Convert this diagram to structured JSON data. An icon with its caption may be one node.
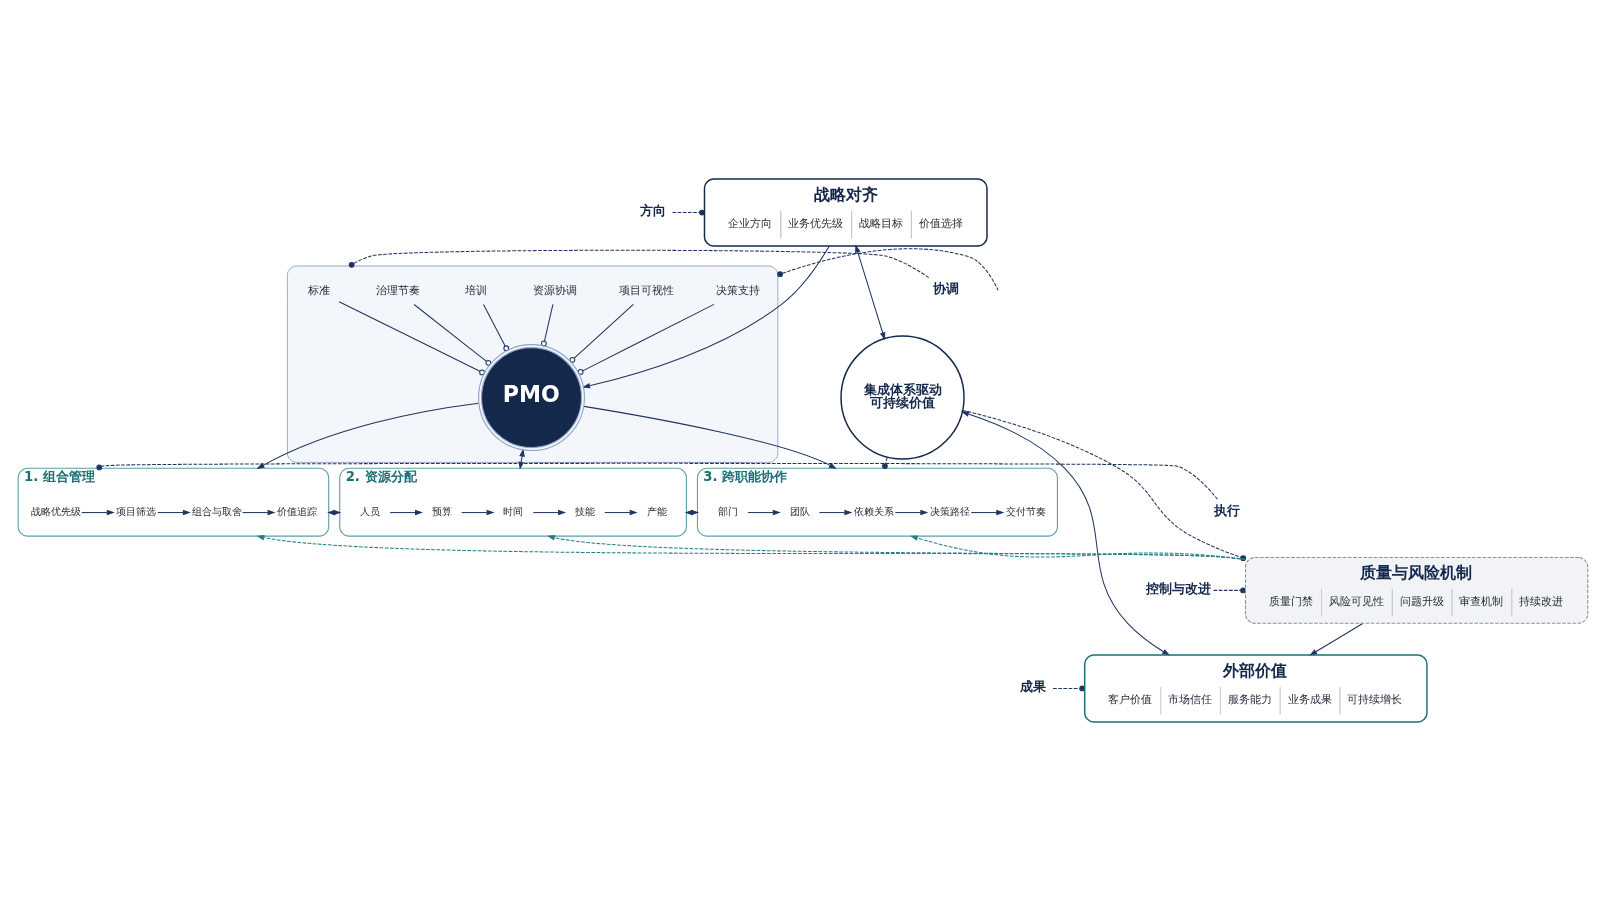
{
  "diagram": {
    "nodes": [
      {
        "text": [
          "方向"
        ]
      },
      {
        "text": [
          "战略对齐",
          "企业方向",
          "业务优先级",
          "战略目标",
          "价值选择"
        ]
      },
      {
        "text": [
          "协调"
        ]
      },
      {
        "text": [],
        "shape": "box"
      },
      {
        "text": [
          "标准"
        ],
        "in": 3
      },
      {
        "text": [
          "治理节奏"
        ],
        "in": 3
      },
      {
        "text": [
          "培训"
        ],
        "in": 3
      },
      {
        "text": [
          "PMO"
        ],
        "in": 3
      },
      {
        "text": [
          "资源协调"
        ],
        "in": 3
      },
      {
        "text": [
          "项目可视性"
        ],
        "in": 3
      },
      {
        "text": [
          "决策支持"
        ],
        "in": 3
      },
      {
        "text": [
          "执行"
        ]
      },
      {
        "text": [
          "1. 组合管理"
        ]
      },
      {
        "text": [
          "战略优先级"
        ],
        "in": 12
      },
      {
        "text": [
          "项目筛选"
        ],
        "in": 12
      },
      {
        "text": [
          "组合与取舍"
        ],
        "in": 12
      },
      {
        "text": [
          "价值追踪"
        ],
        "in": 12
      },
      {
        "text": [
          "2. 资源分配"
        ]
      },
      {
        "text": [
          "人员"
        ],
        "in": 17
      },
      {
        "text": [
          "预算"
        ],
        "in": 17
      },
      {
        "text": [
          "时间"
        ],
        "in": 17
      },
      {
        "text": [
          "技能"
        ],
        "in": 17
      },
      {
        "text": [
          "产能"
        ],
        "in": 17
      },
      {
        "text": [
          "3. 跨职能协作"
        ]
      },
      {
        "text": [
          "部门"
        ],
        "in": 23
      },
      {
        "text": [
          "团队"
        ],
        "in": 23
      },
      {
        "text": [
          "依赖关系"
        ],
        "in": 23
      },
      {
        "text": [
          "决策路径"
        ],
        "in": 23
      },
      {
        "text": [
          "交付节奏"
        ],
        "in": 23
      },
      {
        "text": [
          "控制与改进"
        ]
      },
      {
        "text": [
          "质量与风险机制",
          "质量门禁",
          "风险可见性",
          "问题升级",
          "审查机制",
          "持续改进"
        ]
      },
      {
        "text": [
          "集成体系驱动可持续价值"
        ]
      },
      {
        "text": [
          "成果"
        ]
      },
      {
        "text": [
          "外部价值",
          "客户价值",
          "市场信任",
          "服务能力",
          "业务成果",
          "可持续增长"
        ]
      }
    ],
    "edges": [
      {
        "from": 0,
        "to": 1,
        "arrow": "other",
        "style": "dashed"
      },
      {
        "from": 1,
        "to": 7,
        "arrow": "to"
      },
      {
        "from": 1,
        "to": 31,
        "arrow": "both"
      },
      {
        "from": 2,
        "to": 3,
        "arrow": "other",
        "style": "dashed"
      },
      {
        "from": 3,
        "to": null,
        "arrow": "other",
        "style": "dashed"
      },
      {
        "from": 4,
        "to": 7,
        "arrow": "other"
      },
      {
        "from": 5,
        "to": 7,
        "arrow": "other"
      },
      {
        "from": 6,
        "to": 7,
        "arrow": "other"
      },
      {
        "from": 8,
        "to": 7,
        "arrow": "other"
      },
      {
        "from": 9,
        "to": 7,
        "arrow": "other"
      },
      {
        "from": 10,
        "to": 7,
        "arrow": "other"
      },
      {
        "from": 7,
        "to": 12,
        "arrow": "to"
      },
      {
        "from": 7,
        "to": 17,
        "arrow": "both"
      },
      {
        "from": 7,
        "to": 23,
        "arrow": "to"
      },
      {
        "from": 11,
        "to": 12,
        "arrow": "other",
        "style": "dashed"
      },
      {
        "from": 12,
        "to": 17,
        "arrow": "both"
      },
      {
        "from": 17,
        "to": 23,
        "arrow": "both"
      },
      {
        "from": 13,
        "to": 14,
        "arrow": "to"
      },
      {
        "from": 14,
        "to": 15,
        "arrow": "to"
      },
      {
        "from": 15,
        "to": 16,
        "arrow": "to"
      },
      {
        "from": 18,
        "to": 19,
        "arrow": "to"
      },
      {
        "from": 19,
        "to": 20,
        "arrow": "to"
      },
      {
        "from": 20,
        "to": 21,
        "arrow": "to"
      },
      {
        "from": 21,
        "to": 22,
        "arrow": "to"
      },
      {
        "from": 24,
        "to": 25,
        "arrow": "to"
      },
      {
        "from": 25,
        "to": 26,
        "arrow": "to"
      },
      {
        "from": 26,
        "to": 27,
        "arrow": "to"
      },
      {
        "from": 27,
        "to": 28,
        "arrow": "to"
      },
      {
        "from": 31,
        "to": 23,
        "arrow": "other",
        "style": "dashed"
      },
      {
        "from": 30,
        "to": 12,
        "arrow": "to",
        "style": "dashed",
        "color": "#1f7f86"
      },
      {
        "from": 30,
        "to": 17,
        "arrow": "to",
        "style": "dashed",
        "color": "#1f7f86"
      },
      {
        "from": 30,
        "to": 23,
        "arrow": "to",
        "style": "dashed",
        "color": "#1f7f86"
      },
      {
        "from": 29,
        "to": 30,
        "arrow": "other",
        "style": "dashed"
      },
      {
        "from": 31,
        "to": 30,
        "arrow": "other",
        "style": "dashed"
      },
      {
        "from": 30,
        "to": 33,
        "arrow": "to"
      },
      {
        "from": 31,
        "to": 33,
        "arrow": "both"
      },
      {
        "from": 32,
        "to": 33,
        "arrow": "other",
        "style": "dashed"
      }
    ]
  }
}
